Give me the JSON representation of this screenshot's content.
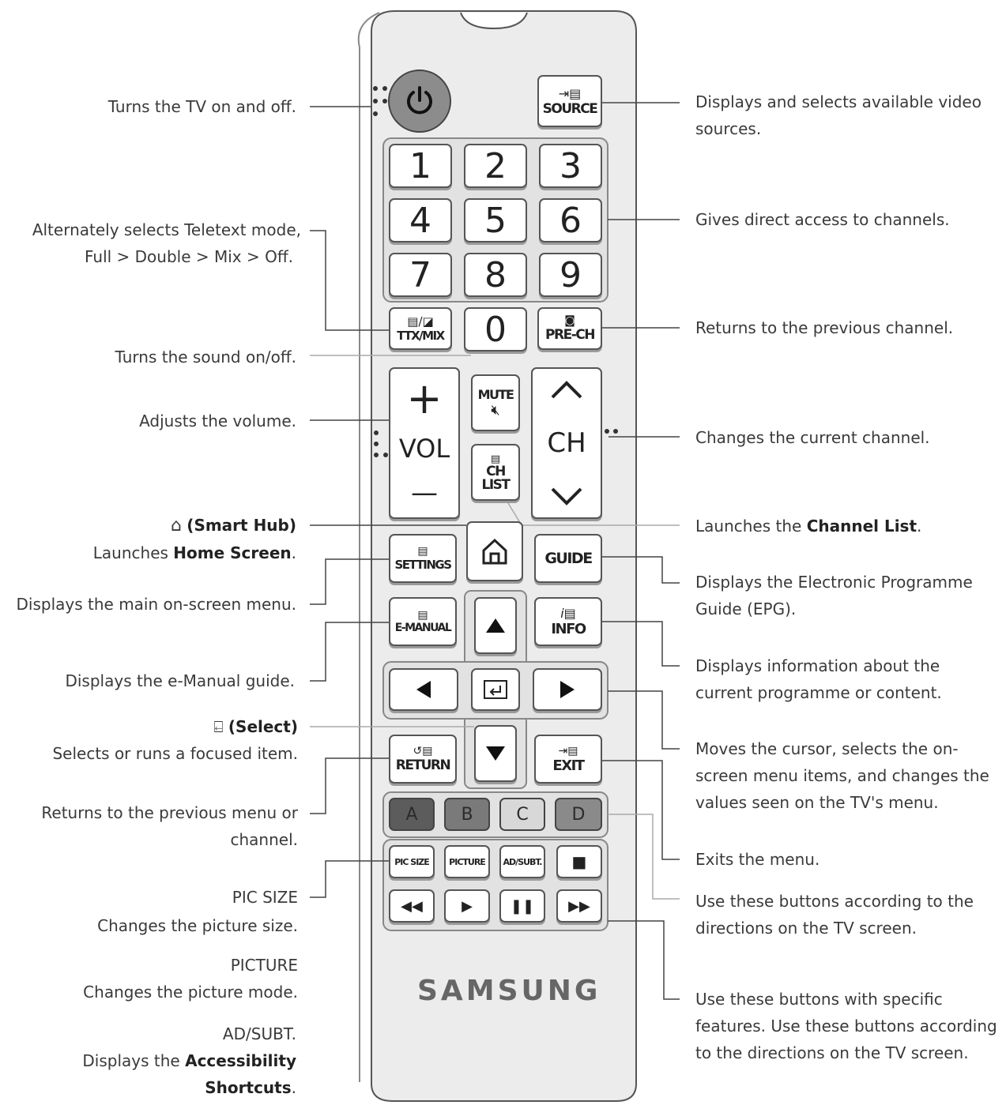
{
  "captions": {
    "power": "Turns the TV on and off.",
    "source": [
      "Displays and selects available video",
      "sources."
    ],
    "numbers": "Gives direct access to channels.",
    "ttx_1": "Alternately selects Teletext mode,",
    "ttx_2": "Full > Double > Mix > Off.",
    "prech": "Returns to the previous channel.",
    "mute": "Turns the sound on/off.",
    "vol": "Adjusts the volume.",
    "ch": "Changes the current channel.",
    "smarthub_title": "(Smart Hub)",
    "smarthub_desc_pre": "Launches ",
    "smarthub_desc_bold": "Home Screen",
    "smarthub_desc_post": ".",
    "chlist_pre": "Launches the ",
    "chlist_bold": "Channel List",
    "chlist_post": ".",
    "settings": "Displays the main on-screen menu.",
    "guide": [
      "Displays the Electronic Programme",
      "Guide (EPG)."
    ],
    "emanual": "Displays the e-Manual guide.",
    "info": [
      "Displays information about the",
      "current programme or content."
    ],
    "select_title": "(Select)",
    "select_desc": "Selects or runs a focused item.",
    "cursor": [
      "Moves the cursor, selects the on-",
      "screen menu items, and changes the",
      "values seen on the TV's menu."
    ],
    "return": [
      "Returns to the previous menu or",
      "channel."
    ],
    "exit": "Exits the menu.",
    "color_keys": [
      "Use these buttons according to the",
      "directions on the TV screen."
    ],
    "picsize_title": "PIC SIZE",
    "picsize_desc": "Changes the picture size.",
    "picture_title": "PICTURE",
    "picture_desc": "Changes the picture mode.",
    "adsubt_title": "AD/SUBT.",
    "adsubt_desc_pre": "Displays the ",
    "adsubt_desc_bold": "Accessibility Shortcuts",
    "adsubt_desc_post": ".",
    "media": [
      "Use these buttons with specific",
      "features. Use these buttons according",
      "to the directions on the TV screen."
    ]
  },
  "remote": {
    "source": "SOURCE",
    "digits": [
      "1",
      "2",
      "3",
      "4",
      "5",
      "6",
      "7",
      "8",
      "9"
    ],
    "zero": "0",
    "ttx": "TTX/MIX",
    "prech": "PRE-CH",
    "mute": "MUTE",
    "vol_plus": "+",
    "vol": "VOL",
    "vol_minus": "—",
    "ch": "CH",
    "chlist_1": "CH",
    "chlist_2": "LIST",
    "settings": "SETTINGS",
    "guide": "GUIDE",
    "emanual": "E-MANUAL",
    "info": "INFO",
    "return": "RETURN",
    "exit": "EXIT",
    "colors": [
      "A",
      "B",
      "C",
      "D"
    ],
    "picsize": "PIC SIZE",
    "picture": "PICTURE",
    "adsubt": "AD/SUBT.",
    "brand": "SAMSUNG"
  },
  "colors": {
    "power": "#8c8c8c",
    "A": "#5c5c5c",
    "B": "#7a7a7a",
    "C": "#d8d8d8",
    "D": "#8a8a8a",
    "body": "#ececec"
  }
}
